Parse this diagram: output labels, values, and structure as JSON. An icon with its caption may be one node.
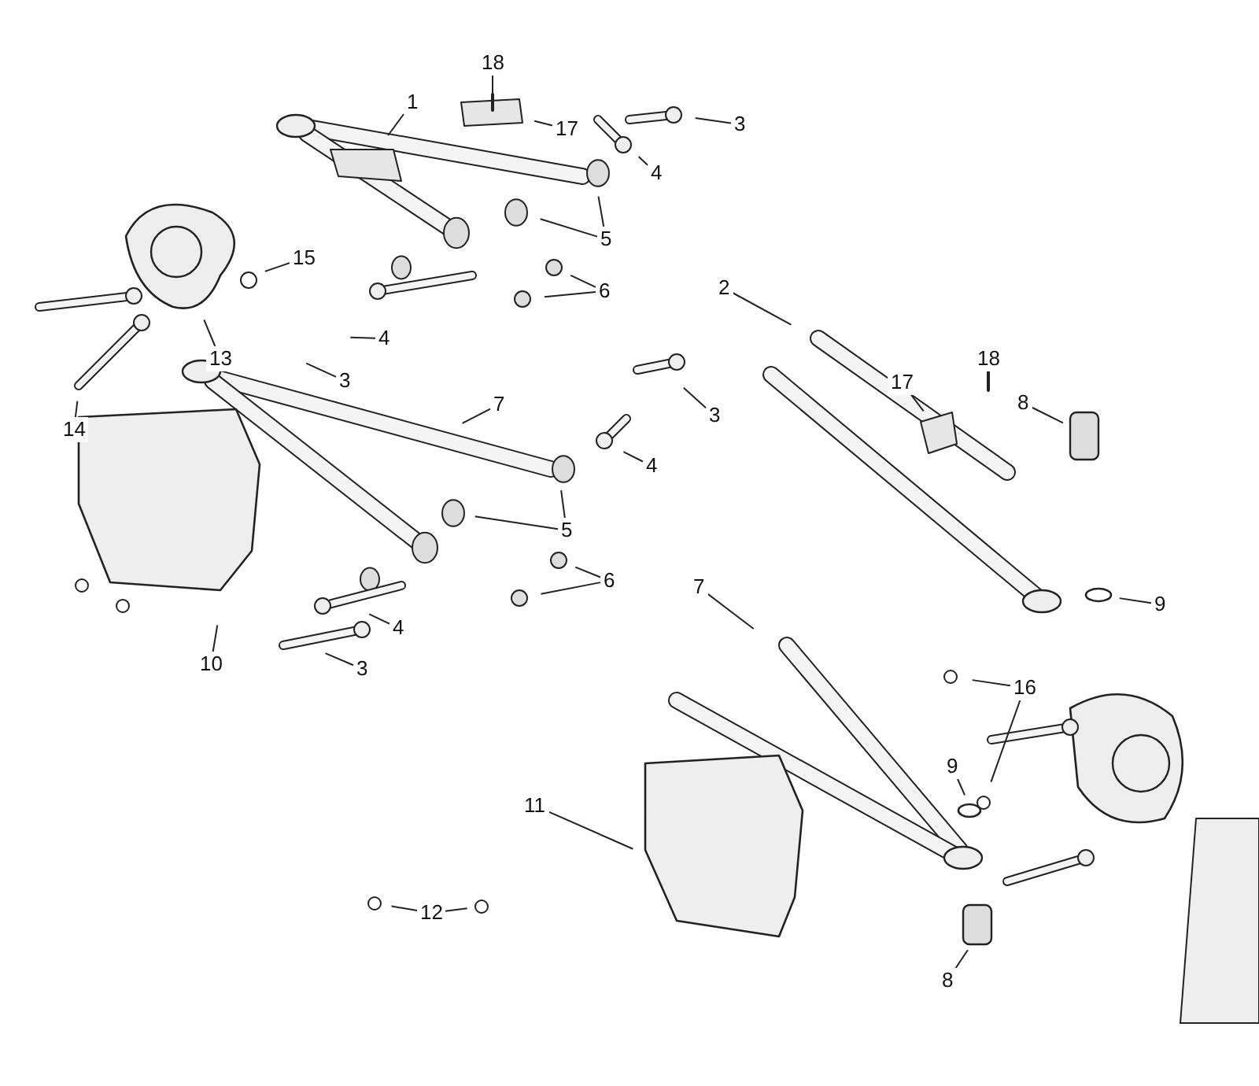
{
  "diagram": {
    "nodes": [
      {
        "text": [
          "18"
        ]
      },
      {
        "text": [
          "1"
        ]
      },
      {
        "text": [
          "17"
        ]
      },
      {
        "text": [
          "3"
        ]
      },
      {
        "text": [
          "4"
        ]
      },
      {
        "text": [
          "5"
        ]
      },
      {
        "text": [
          "15"
        ]
      },
      {
        "text": [
          "6"
        ]
      },
      {
        "text": [
          "13"
        ]
      },
      {
        "text": [
          "4"
        ]
      },
      {
        "text": [
          "3"
        ]
      },
      {
        "text": [
          "2"
        ]
      },
      {
        "text": [
          "18"
        ]
      },
      {
        "text": [
          "17"
        ]
      },
      {
        "text": [
          "14"
        ]
      },
      {
        "text": [
          "7"
        ]
      },
      {
        "text": [
          "3"
        ]
      },
      {
        "text": [
          "8"
        ]
      },
      {
        "text": [
          "4"
        ]
      },
      {
        "text": [
          "5"
        ]
      },
      {
        "text": [
          "6"
        ]
      },
      {
        "text": [
          "10"
        ]
      },
      {
        "text": [
          "4"
        ]
      },
      {
        "text": [
          "3"
        ]
      },
      {
        "text": [
          "7"
        ]
      },
      {
        "text": [
          "9"
        ]
      },
      {
        "text": [
          "16"
        ]
      },
      {
        "text": [
          "9"
        ]
      },
      {
        "text": [
          "11"
        ]
      },
      {
        "text": [
          "12"
        ]
      },
      {
        "text": [
          "8"
        ]
      }
    ],
    "edges": [
      {
        "from": 0,
        "to": null,
        "arrow": "none"
      },
      {
        "from": 1,
        "to": null,
        "arrow": "none"
      },
      {
        "from": 2,
        "to": null,
        "arrow": "none"
      },
      {
        "from": 3,
        "to": null,
        "arrow": "none"
      },
      {
        "from": 4,
        "to": null,
        "arrow": "none"
      },
      {
        "from": 5,
        "to": null,
        "arrow": "none"
      },
      {
        "from": 5,
        "to": null,
        "arrow": "none"
      },
      {
        "from": 6,
        "to": null,
        "arrow": "none"
      },
      {
        "from": 7,
        "to": null,
        "arrow": "none"
      },
      {
        "from": 7,
        "to": null,
        "arrow": "none"
      },
      {
        "from": 8,
        "to": null,
        "arrow": "none"
      },
      {
        "from": 9,
        "to": null,
        "arrow": "none"
      },
      {
        "from": 10,
        "to": null,
        "arrow": "none"
      },
      {
        "from": 11,
        "to": null,
        "arrow": "none"
      },
      {
        "from": 12,
        "to": null,
        "arrow": "none"
      },
      {
        "from": 13,
        "to": null,
        "arrow": "none"
      },
      {
        "from": 14,
        "to": null,
        "arrow": "none"
      },
      {
        "from": 15,
        "to": null,
        "arrow": "none"
      },
      {
        "from": 16,
        "to": null,
        "arrow": "none"
      },
      {
        "from": 17,
        "to": null,
        "arrow": "none"
      },
      {
        "from": 18,
        "to": null,
        "arrow": "none"
      },
      {
        "from": 19,
        "to": null,
        "arrow": "none"
      },
      {
        "from": 19,
        "to": null,
        "arrow": "none"
      },
      {
        "from": 20,
        "to": null,
        "arrow": "none"
      },
      {
        "from": 20,
        "to": null,
        "arrow": "none"
      },
      {
        "from": 21,
        "to": null,
        "arrow": "none"
      },
      {
        "from": 22,
        "to": null,
        "arrow": "none"
      },
      {
        "from": 23,
        "to": null,
        "arrow": "none"
      },
      {
        "from": 24,
        "to": null,
        "arrow": "none"
      },
      {
        "from": 25,
        "to": null,
        "arrow": "none"
      },
      {
        "from": 26,
        "to": null,
        "arrow": "none"
      },
      {
        "from": 26,
        "to": null,
        "arrow": "none"
      },
      {
        "from": 27,
        "to": null,
        "arrow": "none"
      },
      {
        "from": 28,
        "to": null,
        "arrow": "none"
      },
      {
        "from": 29,
        "to": null,
        "arrow": "none"
      },
      {
        "from": 29,
        "to": null,
        "arrow": "none"
      },
      {
        "from": 30,
        "to": null,
        "arrow": "none"
      }
    ]
  }
}
